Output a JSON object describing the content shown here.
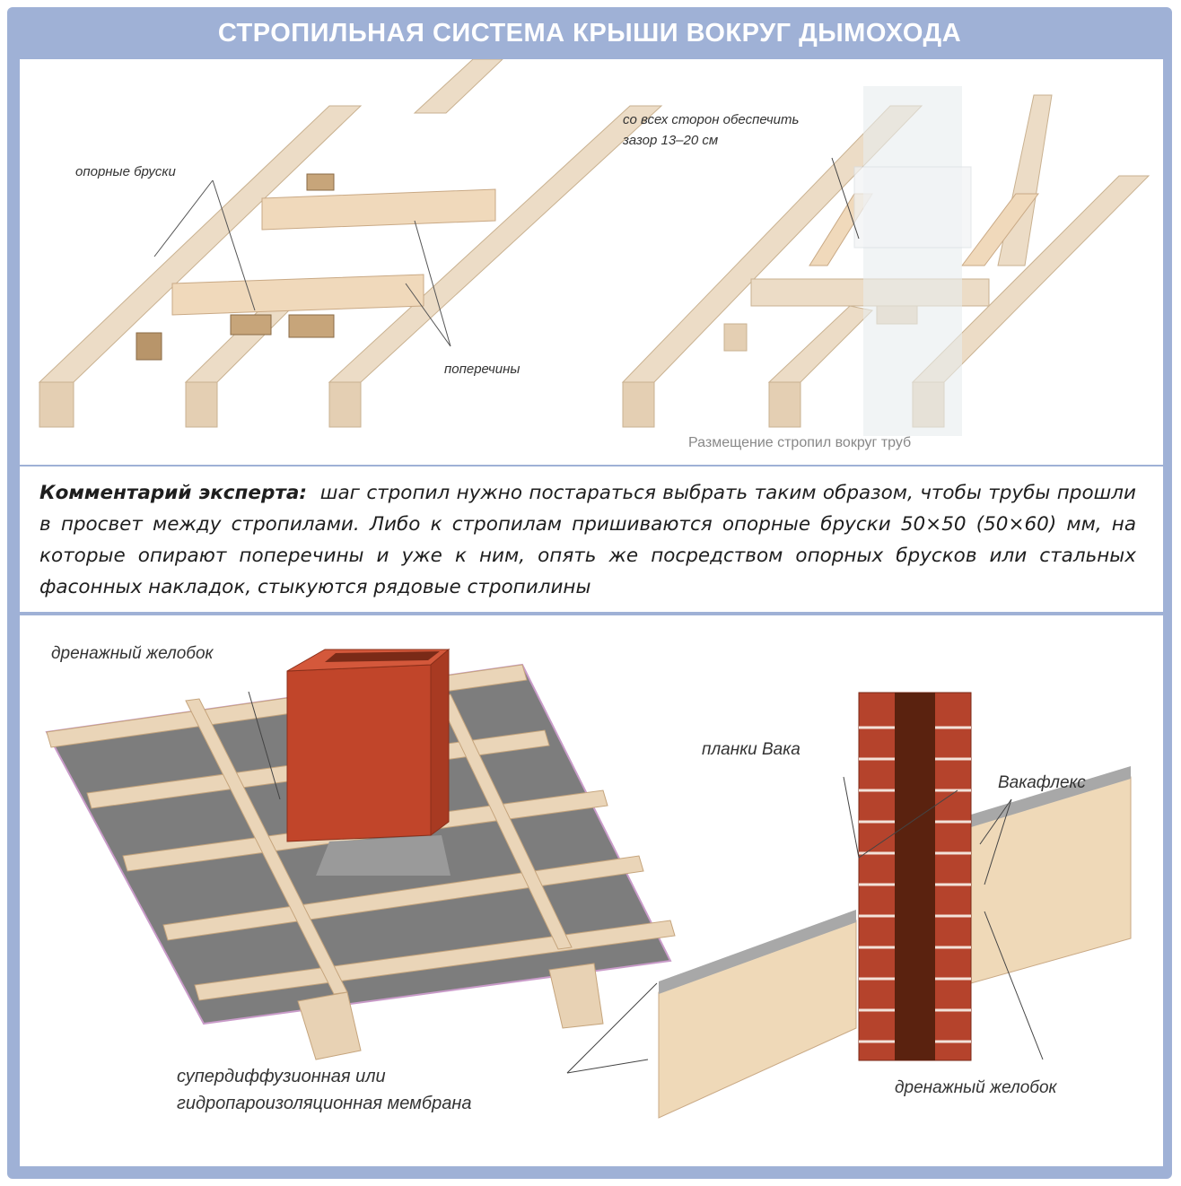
{
  "title": "СТРОПИЛЬНАЯ СИСТЕМА КРЫШИ ВОКРУГ ДЫМОХОДА",
  "top_left": {
    "label_support": "опорные бруски",
    "label_crossbars": "поперечины"
  },
  "top_right": {
    "label_gap_line1": "со всех сторон обеспечить",
    "label_gap_line2": "зазор 13–20 см",
    "caption": "Размещение стропил вокруг труб"
  },
  "comment": {
    "lead": "Комментарий эксперта:",
    "text": "шаг стропил нужно постараться выбрать таким образом, чтобы трубы прошли в просвет между стропилами. Либо к стропилам пришиваются опорные бруски 50×50 (50×60) мм, на которые опирают поперечины и уже к ним, опять же посредством опорных брусков или стальных фасонных накладок, стыкуются рядовые стропилины"
  },
  "bottom_left": {
    "label_gutter": "дренажный желобок",
    "label_membrane_line1": "супердиффузионная или",
    "label_membrane_line2": "гидропароизоляционная мембрана"
  },
  "bottom_right": {
    "label_vaka_strips": "планки Вака",
    "label_vakaflex": "Вакафлекс",
    "label_gutter": "дренажный желобок"
  },
  "colors": {
    "frame": "#9fb1d6",
    "wood": "#ead7bf",
    "chimney": "#c1452a",
    "membrane": "#7a7a7a",
    "brick": "#b5432c"
  }
}
